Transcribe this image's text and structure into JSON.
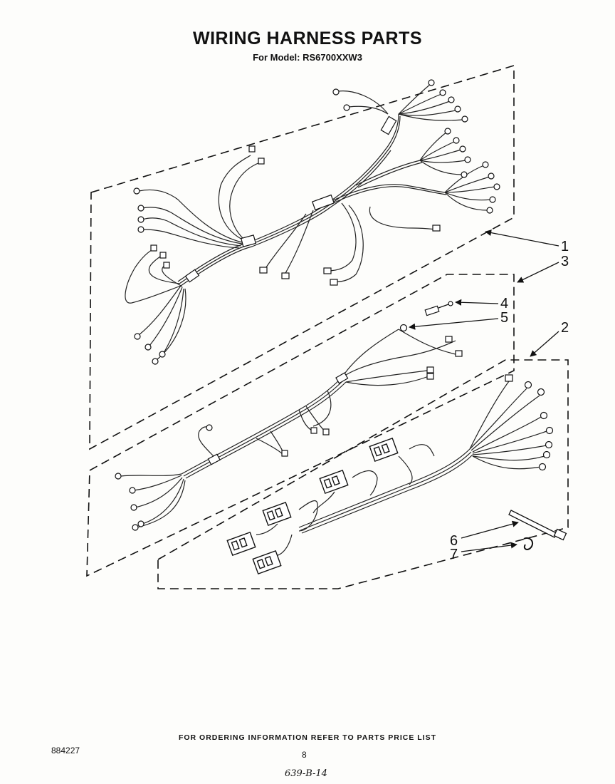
{
  "header": {
    "title": "WIRING HARNESS PARTS",
    "subtitle": "For Model: RS6700XXW3"
  },
  "callouts": [
    "1",
    "3",
    "4",
    "5",
    "2",
    "6",
    "7"
  ],
  "footer": {
    "ordering_note": "FOR ORDERING INFORMATION REFER TO PARTS PRICE LIST",
    "doc_number": "884227",
    "page_number": "8",
    "handwritten_note": "639-B-14"
  }
}
